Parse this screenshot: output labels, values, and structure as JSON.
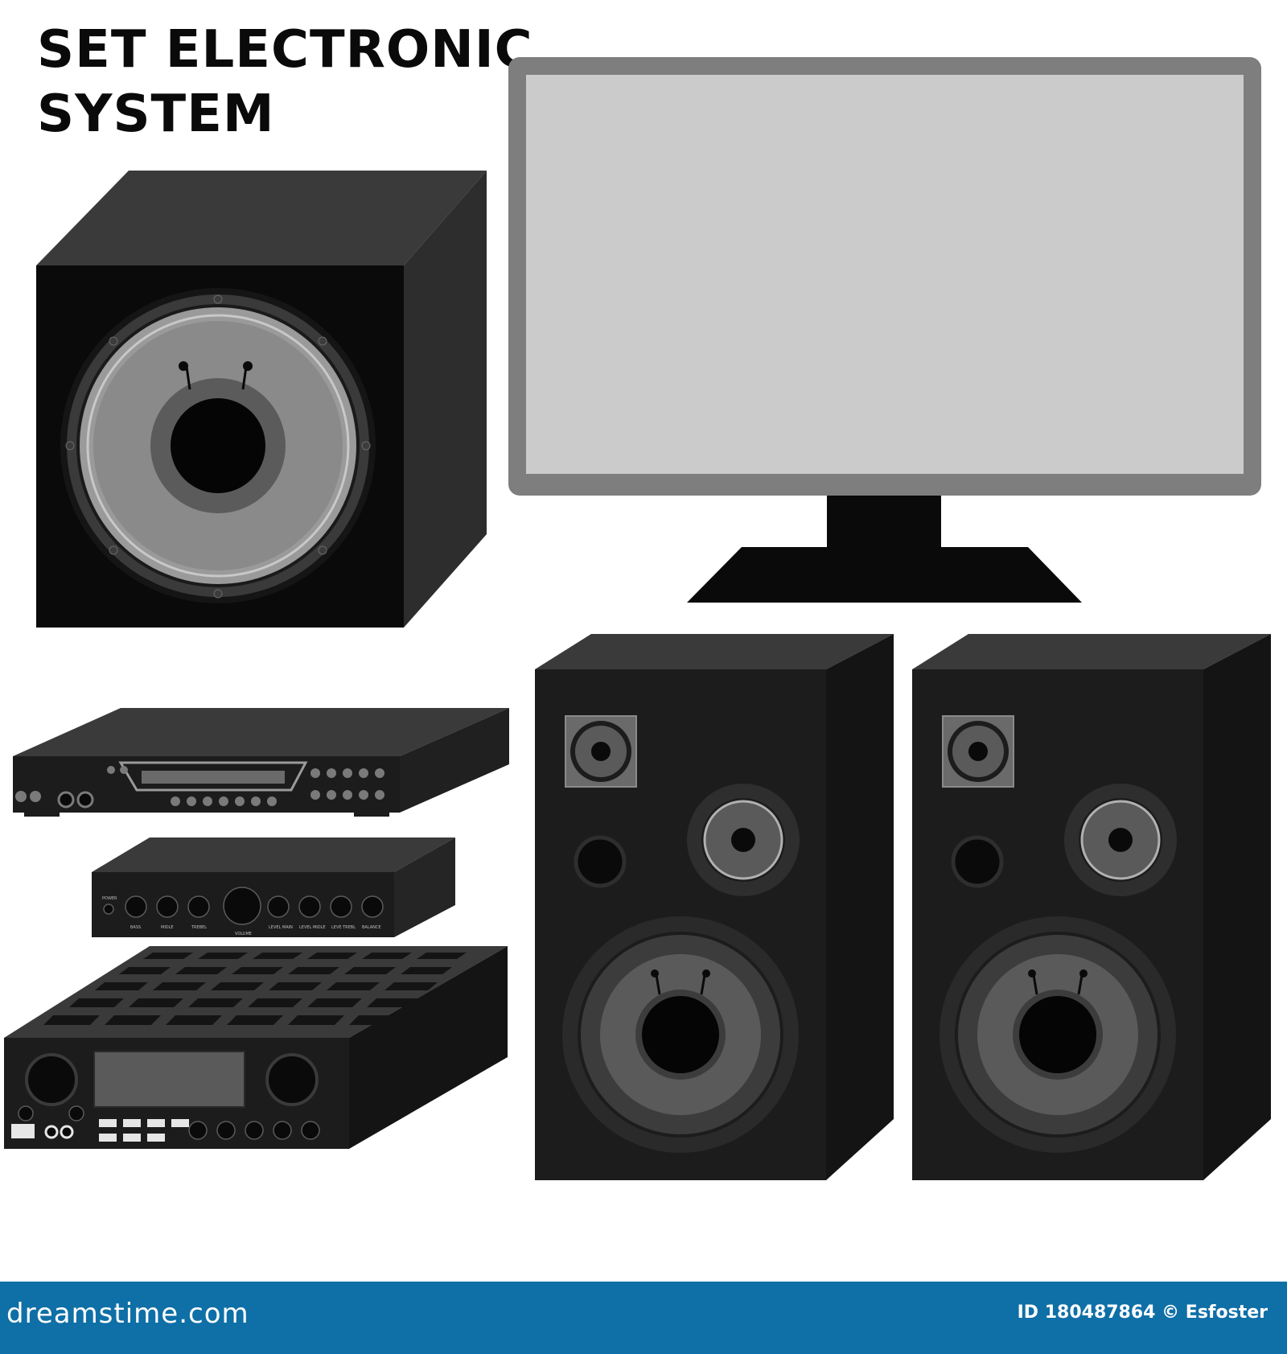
{
  "title": {
    "line1": "SET ELECTRONIC",
    "line2": "SYSTEM"
  },
  "preamp_labels": [
    "POWER",
    "BASS",
    "MIDLE",
    "TREBEL",
    "VOLUME",
    "LEVEL MAIN",
    "LEVEL MIDLE",
    "LEVE TREBL",
    "BALANCE"
  ],
  "footer": {
    "logo": "dreamstime.com",
    "credit": "ID 180487864 © Esfoster"
  },
  "colors": {
    "cabinet_front": "#0a0a0a",
    "cabinet_side": "#2b2b2b",
    "cabinet_top": "#3c3c3c",
    "speaker_cone": "#8f8f8f",
    "monitor_frame": "#7e7e7e",
    "monitor_screen": "#cbcbcb",
    "footer_bar": "#0f6fa7"
  }
}
